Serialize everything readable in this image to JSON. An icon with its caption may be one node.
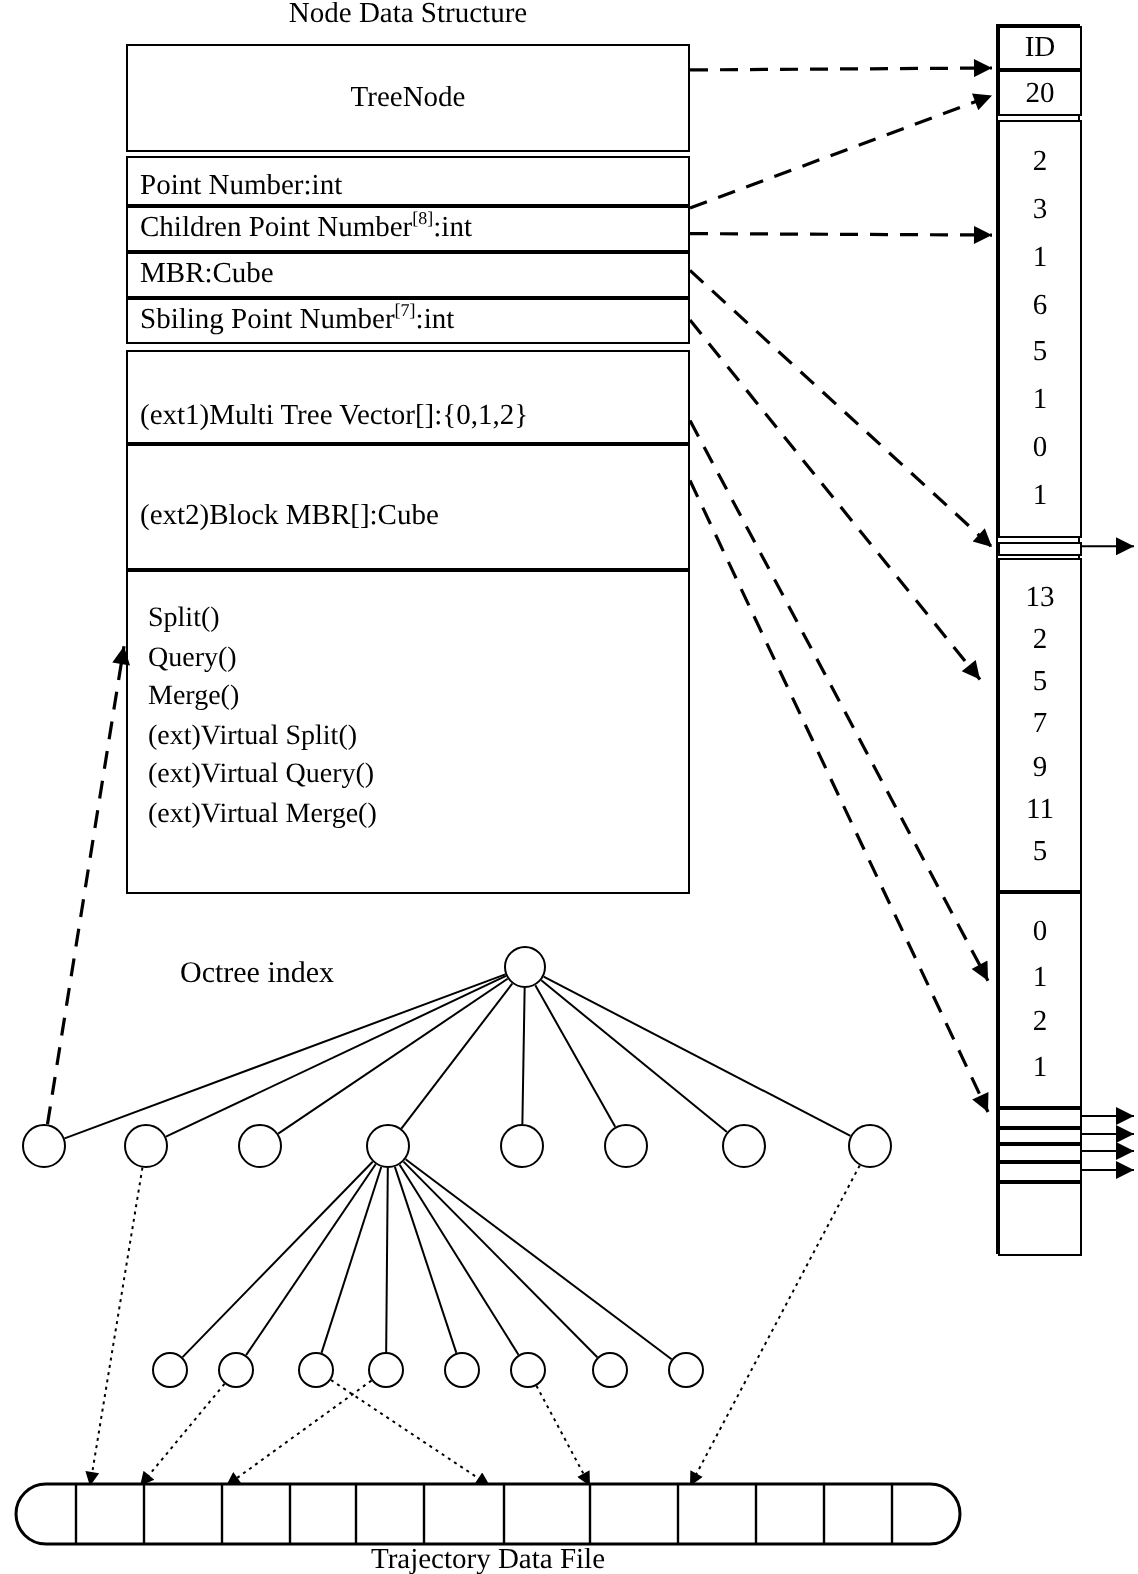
{
  "diagram": {
    "nodes": [
      {
        "text": [
          "Node Data Structure"
        ]
      },
      {
        "text": [
          "TreeNode"
        ],
        "in": 0
      },
      {
        "text": [
          "Point Number:int"
        ],
        "in": 0
      },
      {
        "text": [
          "Children Point Number$^{[8]}$:int"
        ],
        "in": 0
      },
      {
        "text": [
          "MBR:Cube"
        ],
        "in": 0
      },
      {
        "text": [
          "Sbiling Point Number$^{[7]}$:int"
        ],
        "in": 0
      },
      {
        "text": [
          "(ext1)Multi Tree Vector[]:{0,1,2}"
        ],
        "in": 0
      },
      {
        "text": [
          "(ext2)Block MBR[]:Cube"
        ],
        "in": 0
      },
      {
        "text": [
          "Split()",
          "Query()",
          "Merge()",
          "(ext)Virtual Split()",
          "(ext)Virtual Query()",
          "(ext)Virtual Merge()"
        ],
        "in": 0
      },
      {
        "text": [],
        "shape": "box"
      },
      {
        "text": [
          "ID"
        ],
        "in": 9
      },
      {
        "text": [
          "20"
        ],
        "in": 9
      },
      {
        "text": [
          "2",
          "3",
          "1",
          "6",
          "5",
          "1",
          "0",
          "1"
        ],
        "in": 9
      },
      {
        "text": [],
        "shape": "box",
        "in": 9
      },
      {
        "text": [
          "13",
          "2",
          "5",
          "7",
          "9",
          "11",
          "5"
        ],
        "in": 9
      },
      {
        "text": [
          "0",
          "1",
          "2",
          "1"
        ],
        "in": 9
      },
      {
        "text": [],
        "shape": "box",
        "in": 9
      },
      {
        "text": [],
        "shape": "box",
        "in": 9
      },
      {
        "text": [],
        "shape": "box",
        "in": 9
      },
      {
        "text": [],
        "shape": "box",
        "in": 9
      },
      {
        "text": [],
        "shape": "box",
        "in": 9
      },
      {
        "text": [],
        "shape": "circle"
      },
      {
        "text": [],
        "shape": "circle"
      },
      {
        "text": [],
        "shape": "circle"
      },
      {
        "text": [],
        "shape": "circle"
      },
      {
        "text": [],
        "shape": "circle"
      },
      {
        "text": [],
        "shape": "circle"
      },
      {
        "text": [],
        "shape": "circle"
      },
      {
        "text": [],
        "shape": "circle"
      },
      {
        "text": [],
        "shape": "circle"
      },
      {
        "text": [],
        "shape": "circle"
      },
      {
        "text": [],
        "shape": "circle"
      },
      {
        "text": [],
        "shape": "circle"
      },
      {
        "text": [],
        "shape": "circle"
      },
      {
        "text": [],
        "shape": "circle"
      },
      {
        "text": [],
        "shape": "circle"
      },
      {
        "text": [],
        "shape": "circle"
      },
      {
        "text": [],
        "shape": "circle"
      },
      {
        "text": [
          "Trajectory Data File"
        ]
      }
    ],
    "edges": [
      {
        "from": 1,
        "to": 10,
        "arrow": "to",
        "style": "dashed"
      },
      {
        "from": 2,
        "to": 11,
        "arrow": "to",
        "style": "dashed"
      },
      {
        "from": 3,
        "to": 12,
        "arrow": "to",
        "style": "dashed"
      },
      {
        "from": 4,
        "to": 13,
        "arrow": "to",
        "style": "dashed"
      },
      {
        "from": 5,
        "to": 14,
        "arrow": "to",
        "style": "dashed"
      },
      {
        "from": 6,
        "to": 15,
        "arrow": "to",
        "style": "dashed"
      },
      {
        "from": 7,
        "to": 16,
        "arrow": "to",
        "style": "dashed"
      },
      {
        "from": 22,
        "to": 0,
        "arrow": "to",
        "style": "dashed"
      },
      {
        "from": 13,
        "to": null,
        "arrow": "to"
      },
      {
        "from": 16,
        "to": null,
        "arrow": "to"
      },
      {
        "from": 17,
        "to": null,
        "arrow": "to"
      },
      {
        "from": 18,
        "to": null,
        "arrow": "to"
      },
      {
        "from": 19,
        "to": null,
        "arrow": "to"
      },
      {
        "from": 21,
        "to": 22,
        "arrow": "none"
      },
      {
        "from": 21,
        "to": 23,
        "arrow": "none"
      },
      {
        "from": 21,
        "to": 24,
        "arrow": "none"
      },
      {
        "from": 21,
        "to": 25,
        "arrow": "none"
      },
      {
        "from": 21,
        "to": 26,
        "arrow": "none"
      },
      {
        "from": 21,
        "to": 27,
        "arrow": "none"
      },
      {
        "from": 21,
        "to": 28,
        "arrow": "none"
      },
      {
        "from": 21,
        "to": 29,
        "arrow": "none"
      },
      {
        "from": 25,
        "to": 30,
        "arrow": "none"
      },
      {
        "from": 25,
        "to": 31,
        "arrow": "none"
      },
      {
        "from": 25,
        "to": 32,
        "arrow": "none"
      },
      {
        "from": 25,
        "to": 33,
        "arrow": "none"
      },
      {
        "from": 25,
        "to": 34,
        "arrow": "none"
      },
      {
        "from": 25,
        "to": 35,
        "arrow": "none"
      },
      {
        "from": 25,
        "to": 36,
        "arrow": "none"
      },
      {
        "from": 25,
        "to": 37,
        "arrow": "none"
      },
      {
        "from": 23,
        "to": 38,
        "arrow": "to",
        "style": "dashed"
      },
      {
        "from": 29,
        "to": 38,
        "arrow": "to",
        "style": "dashed"
      },
      {
        "from": 31,
        "to": 38,
        "arrow": "to",
        "style": "dashed"
      },
      {
        "from": 33,
        "to": 38,
        "arrow": "to",
        "style": "dashed"
      },
      {
        "from": 32,
        "to": 38,
        "arrow": "to",
        "style": "dashed"
      },
      {
        "from": 35,
        "to": 38,
        "arrow": "to",
        "style": "dashed"
      }
    ],
    "labels": [
      "Octree index"
    ]
  }
}
